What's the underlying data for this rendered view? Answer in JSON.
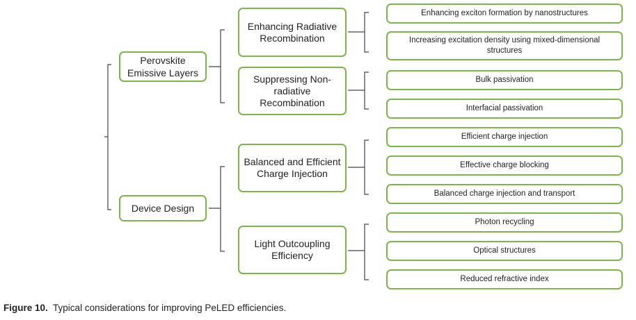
{
  "diagram": {
    "nodes": [
      {
        "id": "perovskite",
        "label": "Perovskite Emissive Layers",
        "children": [
          "enhancing",
          "suppressing"
        ]
      },
      {
        "id": "device",
        "label": "Device Design",
        "children": [
          "balanced",
          "outcoupling"
        ]
      },
      {
        "id": "enhancing",
        "label": "Enhancing Radiative Recombination",
        "children": [
          "exciton",
          "excitation"
        ]
      },
      {
        "id": "suppressing",
        "label": "Suppressing Non-radiative Recombination",
        "children": [
          "bulk",
          "interfacial"
        ]
      },
      {
        "id": "balanced",
        "label": "Balanced and Efficient Charge Injection",
        "children": [
          "inj",
          "block",
          "transport"
        ]
      },
      {
        "id": "outcoupling",
        "label": "Light Outcoupling Efficiency",
        "children": [
          "photon",
          "optical",
          "refractive"
        ]
      },
      {
        "id": "exciton",
        "label": "Enhancing exciton formation by nanostructures"
      },
      {
        "id": "excitation",
        "label": "Increasing excitation density using mixed-dimensional structures"
      },
      {
        "id": "bulk",
        "label": "Bulk passivation"
      },
      {
        "id": "interfacial",
        "label": "Interfacial passivation"
      },
      {
        "id": "inj",
        "label": "Efficient charge injection"
      },
      {
        "id": "block",
        "label": "Effective charge blocking"
      },
      {
        "id": "transport",
        "label": "Balanced charge injection and transport"
      },
      {
        "id": "photon",
        "label": "Photon recycling"
      },
      {
        "id": "optical",
        "label": "Optical structures"
      },
      {
        "id": "refractive",
        "label": "Reduced refractive index"
      }
    ]
  },
  "caption": {
    "label": "Figure 10.",
    "text": "Typical considerations for improving PeLED efficiencies."
  },
  "colors": {
    "box_border": "#7ab648",
    "bracket": "#444444"
  }
}
